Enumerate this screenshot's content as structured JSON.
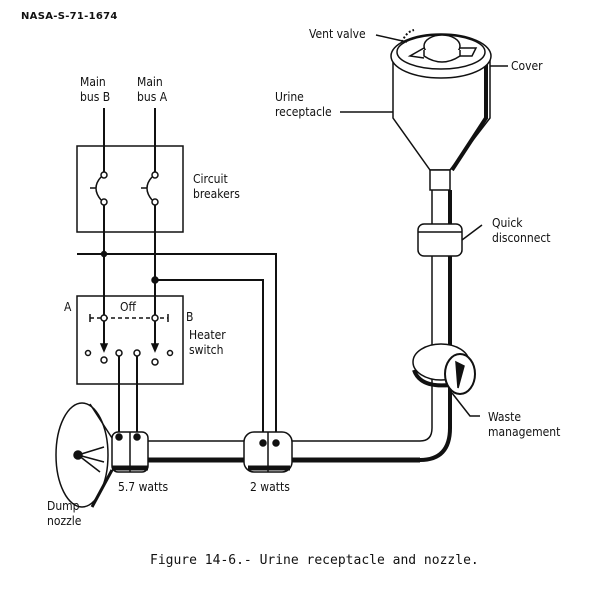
{
  "figure_id": "NASA-S-71-1674",
  "caption": "Figure 14-6.- Urine receptacle and nozzle.",
  "labels": {
    "main_bus_b": "Main\nbus B",
    "main_bus_a": "Main\nbus A",
    "circuit_breakers": "Circuit\nbreakers",
    "switch_pos_a": "A",
    "switch_pos_b": "B",
    "switch_off": "Off",
    "heater_switch": "Heater\nswitch",
    "dump_nozzle": "Dump\nnozzle",
    "heater_nozzle_watts": "5.7 watts",
    "heater_line_watts": "2 watts",
    "vent_valve": "Vent valve",
    "cover": "Cover",
    "urine_receptacle": "Urine\nreceptacle",
    "quick_disconnect": "Quick\ndisconnect",
    "waste_management": "Waste\nmanagement"
  }
}
